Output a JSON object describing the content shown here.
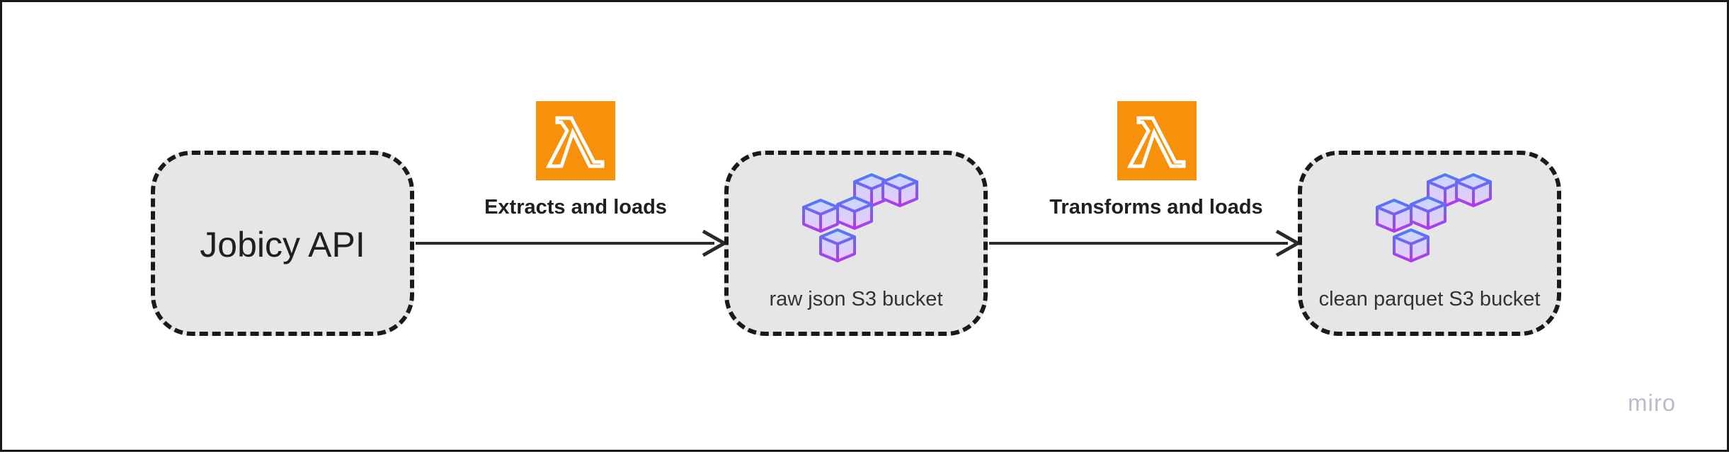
{
  "diagram": {
    "source_node": {
      "label": "Jobicy API"
    },
    "raw_bucket": {
      "label": "raw json S3 bucket",
      "icon": "s3-bucket-icon"
    },
    "clean_bucket": {
      "label": "clean parquet S3 bucket",
      "icon": "s3-bucket-icon"
    },
    "edges": [
      {
        "label": "Extracts and loads",
        "icon": "aws-lambda-icon"
      },
      {
        "label": "Transforms and loads",
        "icon": "aws-lambda-icon"
      }
    ],
    "watermark": "miro"
  },
  "colors": {
    "node_fill": "#e6e6e6",
    "node_border": "#1a1a1a",
    "lambda_orange": "#f7900a",
    "s3_blue": "#4f7cf5",
    "s3_purple": "#b03be8",
    "watermark": "#b9bccb"
  }
}
